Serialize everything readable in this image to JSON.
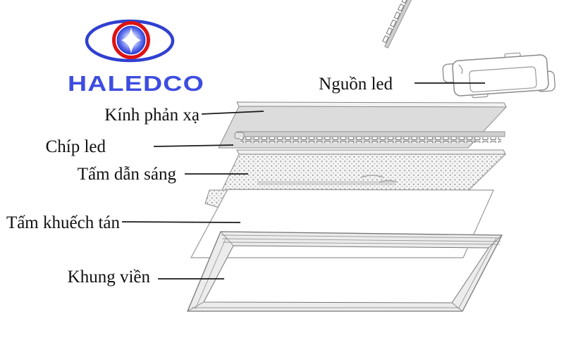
{
  "logo": {
    "brand": "HALEDCO",
    "colors": {
      "brand_blue": "#3d4ce0",
      "ellipse_blue": "#3040d0",
      "ring_red": "#de1212",
      "ball_blue": "#2030c8"
    }
  },
  "diagram": {
    "labels": {
      "power": "Nguồn led",
      "reflector": "Kính phản xạ",
      "chip": "Chíp led",
      "light_guide": "Tấm dẫn sáng",
      "diffuser": "Tấm khuếch tán",
      "frame": "Khung viền"
    },
    "layer_colors": {
      "reflector_gray": "#dcdcdc",
      "strip_gray": "#cfcfcf",
      "frame_gray": "#ececec",
      "outline_gray": "#8a8a8a"
    }
  }
}
